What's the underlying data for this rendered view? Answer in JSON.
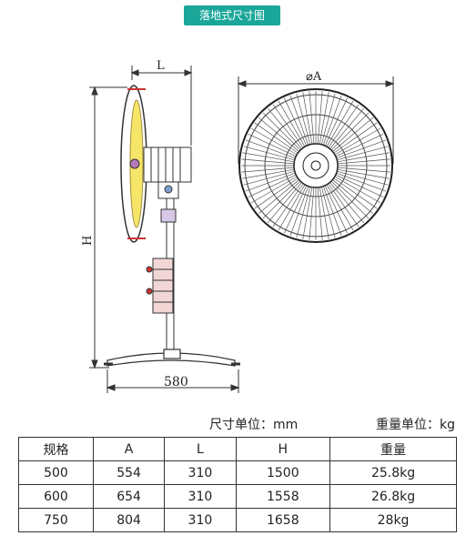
{
  "title": "落地式尺寸图",
  "drawing": {
    "label_L": "L",
    "label_H": "H",
    "label_A": "⌀A",
    "label_base": "580"
  },
  "units": {
    "size_unit": "尺寸单位：mm",
    "weight_unit": "重量单位：kg"
  },
  "table": {
    "headers": [
      "规格",
      "A",
      "L",
      "H",
      "重量"
    ],
    "rows": [
      [
        "500",
        "554",
        "310",
        "1500",
        "25.8kg"
      ],
      [
        "600",
        "654",
        "310",
        "1558",
        "26.8kg"
      ],
      [
        "750",
        "804",
        "310",
        "1658",
        "28kg"
      ]
    ]
  }
}
